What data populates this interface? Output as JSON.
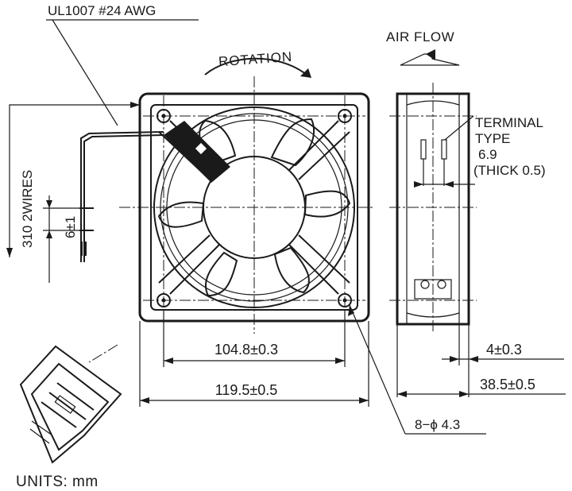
{
  "labels": {
    "wire_spec": "UL1007 #24 AWG",
    "rotation": "ROTATION",
    "air_flow": "AIR FLOW",
    "terminal_line1": "TERMINAL",
    "terminal_line2": "TYPE",
    "terminal_line3": "6.9",
    "terminal_line4": "(THICK 0.5)",
    "wires": "310  2WIRES",
    "strip": "6±1",
    "hole_pitch": "104.8±0.3",
    "frame_size": "119.5±0.5",
    "flange_thickness": "4±0.3",
    "depth": "38.5±0.5",
    "mount_holes": "8−ϕ 4.3",
    "units": "UNITS: mm"
  }
}
